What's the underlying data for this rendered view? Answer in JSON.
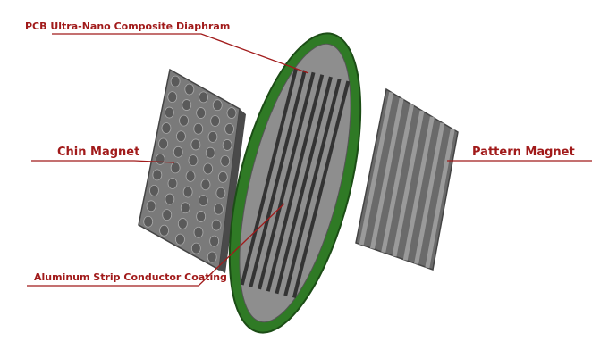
{
  "labels": {
    "diaphragm": "PCB Ultra-Nano Composite Diaphram",
    "chin_magnet": "Chin Magnet",
    "pattern_magnet": "Pattern Magnet",
    "conductor": "Aluminum Strip Conductor Coating"
  },
  "colors": {
    "label": "#a11a1a",
    "ring": "#2f7a25",
    "magnet": "#6b6b6b",
    "diaphragm": "#8a8a8a"
  }
}
